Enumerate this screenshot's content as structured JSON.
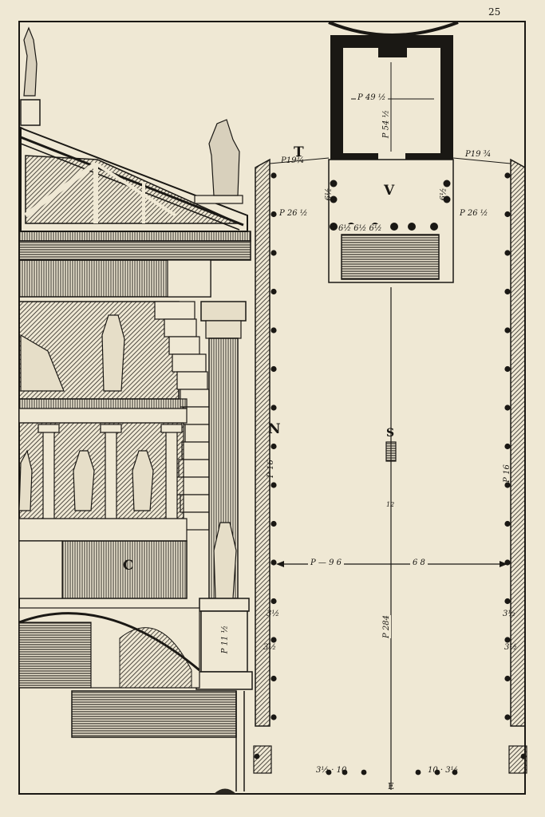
{
  "page_number": "25",
  "letters": {
    "T": "T",
    "V": "V",
    "N": "N",
    "S": "S",
    "C": "C",
    "E": "E"
  },
  "measures": {
    "cella_width": "P 49 ½",
    "cella_depth": "P 54 ½",
    "t_fraction": "P19¾",
    "right_top": "P19 ¾",
    "left_p26": "P 26 ½",
    "right_p26": "P 26 ½",
    "col_a": "6½",
    "col_b": "6½",
    "col_mid": "6½ 6½ 6½",
    "court_width_left": "P — 9 6",
    "court_width_right": "6 8",
    "court_length": "P 284",
    "side_left": "P 16",
    "side_right": "P 16",
    "small_left": "3½",
    "small_left2": "3½",
    "small_right": "3½",
    "small_right2": "3½",
    "base_left": "3½ · 10",
    "base_right": "10 · 3½",
    "pedestal": "P 11 ½",
    "mid_mark": "12"
  }
}
